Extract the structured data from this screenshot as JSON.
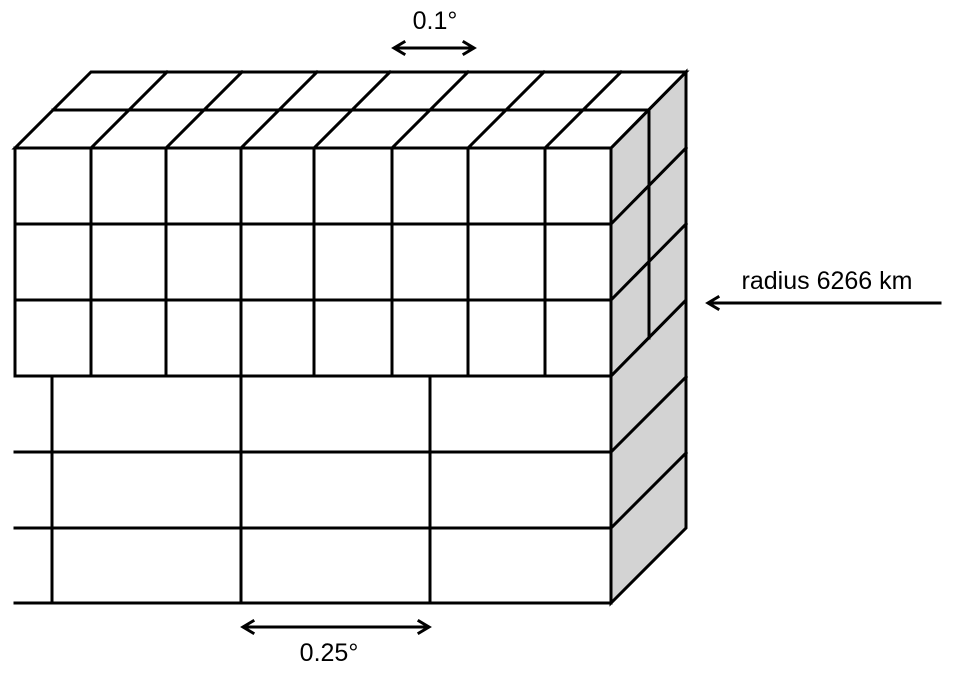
{
  "labels": {
    "fine_spacing": "0.1°",
    "coarse_spacing": "0.25°",
    "radius": "radius 6266 km"
  },
  "colors": {
    "line": "#000000",
    "side_face": "#d3d3d3",
    "face": "#ffffff"
  }
}
